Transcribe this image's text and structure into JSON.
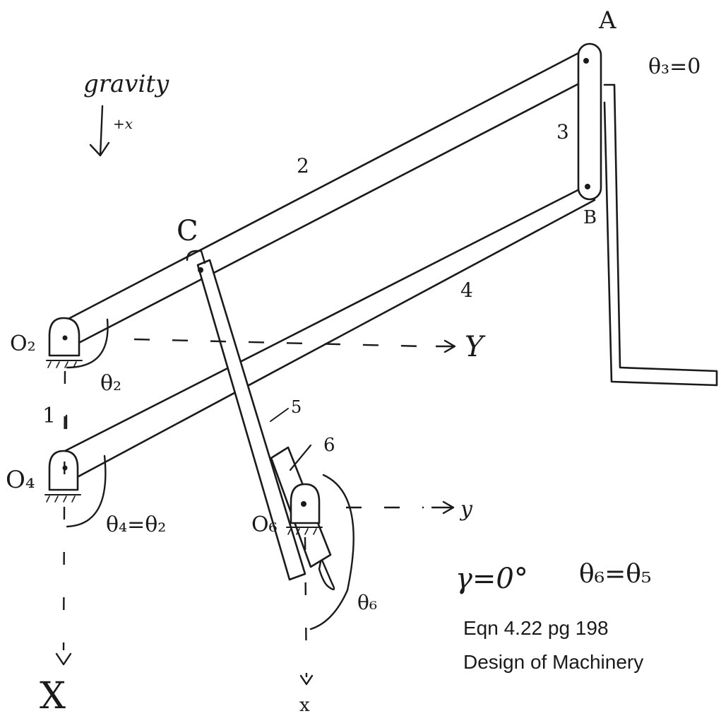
{
  "labels": {
    "gravity": "gravity",
    "plus_x": "+x",
    "point_a": "A",
    "point_b": "B",
    "point_c": "C",
    "link_1": "1",
    "link_2": "2",
    "link_3": "3",
    "link_4": "4",
    "link_5": "5",
    "link_6": "6",
    "theta3_eq": "θ₃=0",
    "o2": "O₂",
    "o4": "O₄",
    "o6": "O₆",
    "theta2": "θ₂",
    "theta4_eq": "θ₄=θ₂",
    "theta6": "θ₆",
    "axis_y_upper": "Y",
    "axis_y_lower": "y",
    "axis_x_left": "X",
    "axis_x_right": "x",
    "gamma_eq": "γ=0°",
    "theta6_eq": "θ₆=θ₅"
  },
  "reference": {
    "line1": "Eqn 4.22 pg 198",
    "line2": "Design of Machinery"
  },
  "colors": {
    "ink": "#1a1a1a",
    "paper": "#ffffff"
  }
}
